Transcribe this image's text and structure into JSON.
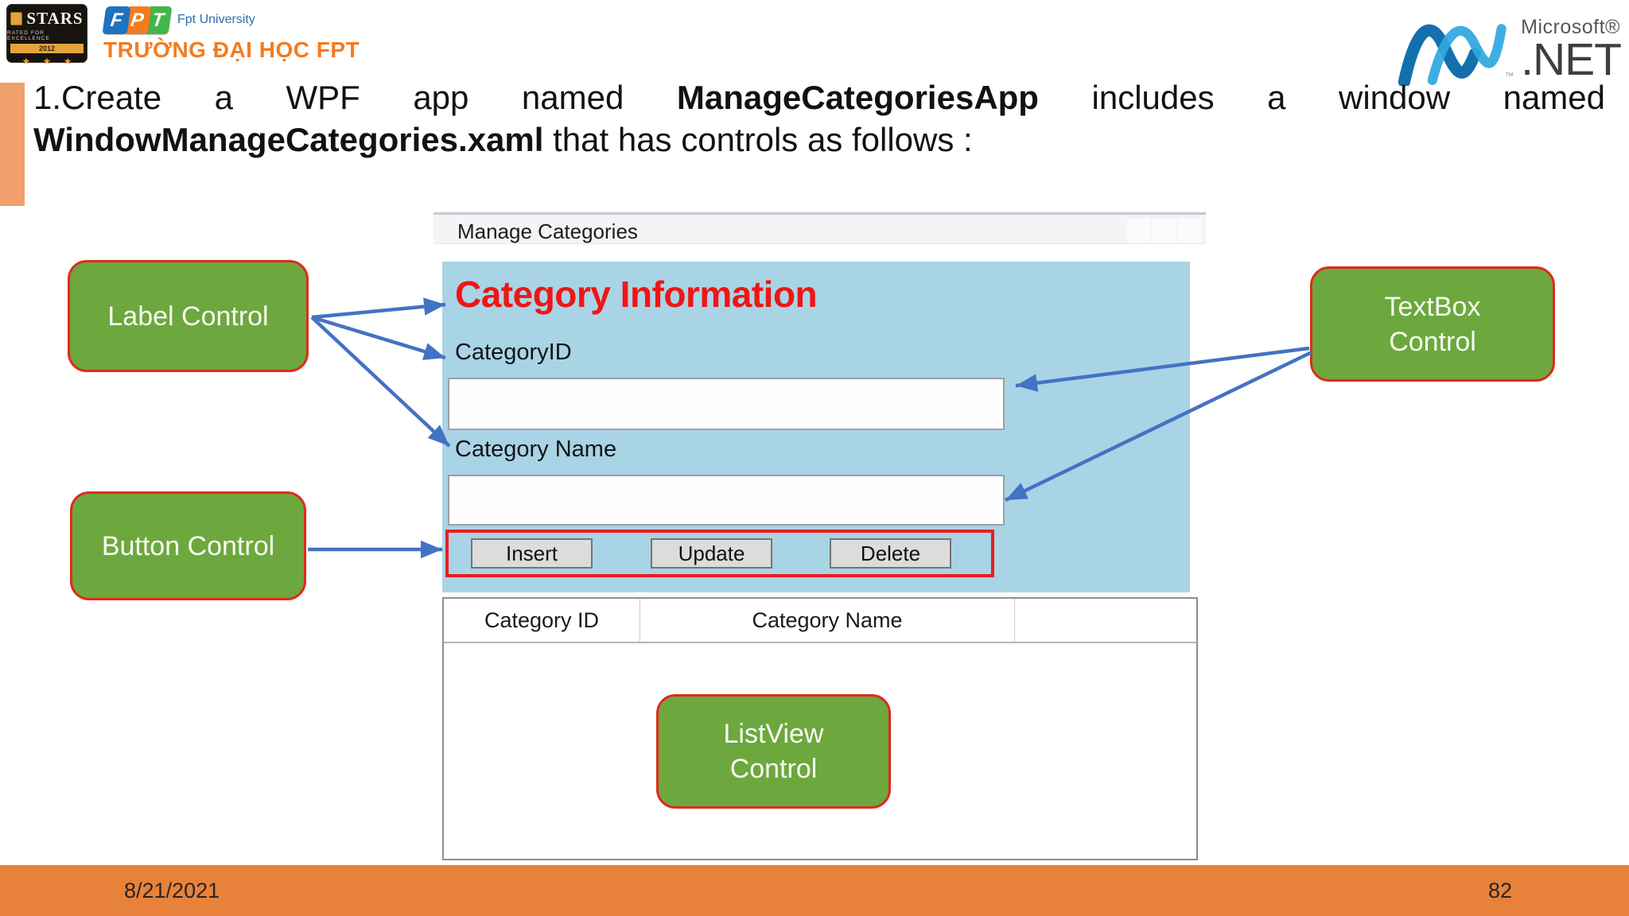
{
  "logos": {
    "stars": {
      "title": "STARS",
      "tagline": "RATED FOR EXCELLENCE",
      "year": "2012",
      "stars": "★ ★ ★"
    },
    "fpt": {
      "letters": [
        "F",
        "P",
        "T"
      ],
      "brand": "Fpt University",
      "school": "TRƯỜNG ĐẠI HỌC FPT"
    },
    "dotnet": {
      "microsoft": "Microsoft®",
      "net": ".NET",
      "tm": "™"
    }
  },
  "heading": {
    "line1_prefix": "1.Create a WPF app named",
    "line1_bold": "ManageCategoriesApp",
    "line1_suffix": "includes a window named",
    "line2_bold": "WindowManageCategories.xaml",
    "line2_suffix": " that has controls as follows :"
  },
  "window": {
    "title": "Manage Categories",
    "panel": {
      "heading": "Category Information",
      "field1_label": "CategoryID",
      "field2_label": "Category Name",
      "insert_label": "Insert",
      "update_label": "Update",
      "delete_label": "Delete"
    },
    "listview": {
      "col1": "Category ID",
      "col2": "Category Name",
      "col3": ""
    }
  },
  "callouts": {
    "label": {
      "text": "Label Control"
    },
    "button": {
      "text": "Button Control"
    },
    "textbox": {
      "line1": "TextBox",
      "line2": "Control"
    },
    "listview": {
      "line1": "ListView",
      "line2": "Control"
    }
  },
  "footer": {
    "date": "8/21/2021",
    "page": "82"
  },
  "colors": {
    "accent_orange": "#E8813A",
    "panel_blue": "#A9D4E6",
    "callout_green": "#6CA83E",
    "callout_border_red": "#E02A1C",
    "arrow_blue": "#4472C4",
    "highlight_red": "#EC1C1C",
    "heading_red": "#F01515"
  }
}
